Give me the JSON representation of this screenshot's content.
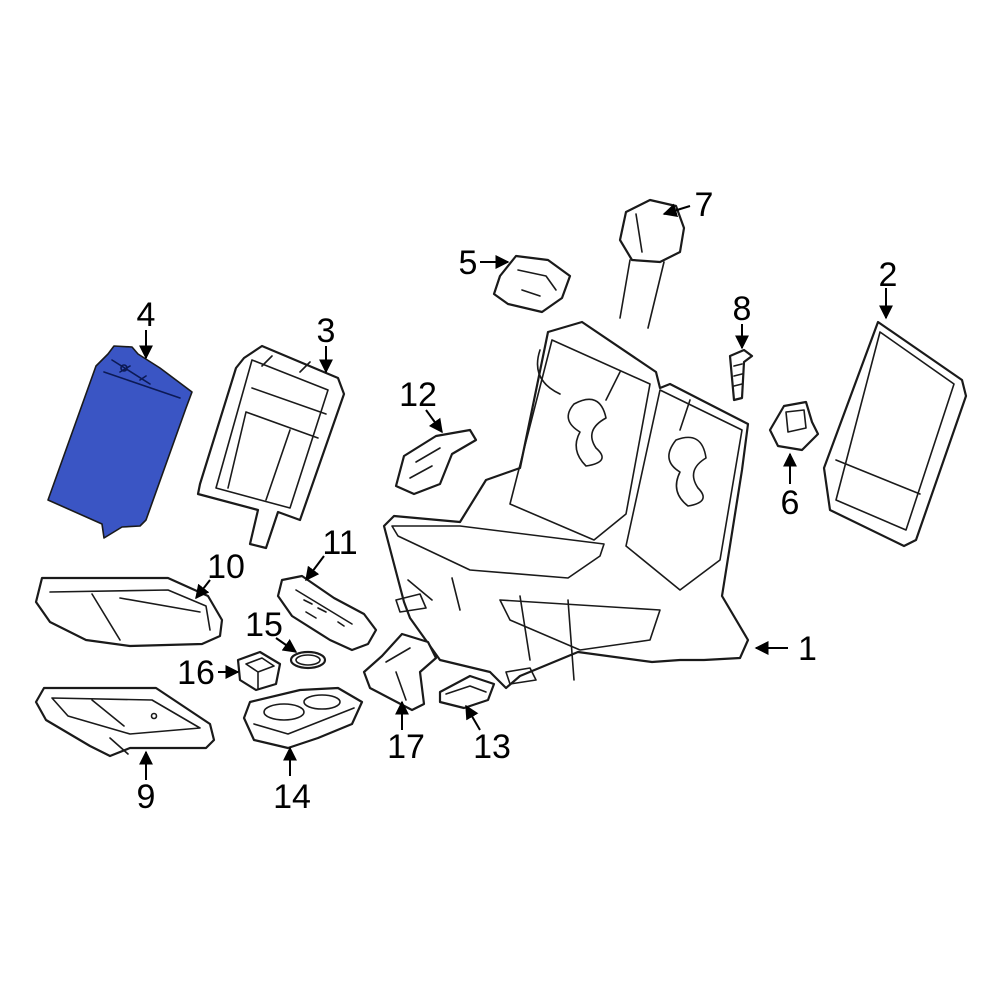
{
  "colors": {
    "highlight_fill": "#3a55c4",
    "line": "#1a1a1a",
    "background": "#ffffff"
  },
  "highlighted_part": "4",
  "callouts": [
    {
      "id": "c1",
      "label": "1"
    },
    {
      "id": "c2",
      "label": "2"
    },
    {
      "id": "c3",
      "label": "3"
    },
    {
      "id": "c4",
      "label": "4"
    },
    {
      "id": "c5",
      "label": "5"
    },
    {
      "id": "c6",
      "label": "6"
    },
    {
      "id": "c7",
      "label": "7"
    },
    {
      "id": "c8",
      "label": "8"
    },
    {
      "id": "c9",
      "label": "9"
    },
    {
      "id": "c10",
      "label": "10"
    },
    {
      "id": "c11",
      "label": "11"
    },
    {
      "id": "c12",
      "label": "12"
    },
    {
      "id": "c13",
      "label": "13"
    },
    {
      "id": "c14",
      "label": "14"
    },
    {
      "id": "c15",
      "label": "15"
    },
    {
      "id": "c16",
      "label": "16"
    },
    {
      "id": "c17",
      "label": "17"
    }
  ]
}
